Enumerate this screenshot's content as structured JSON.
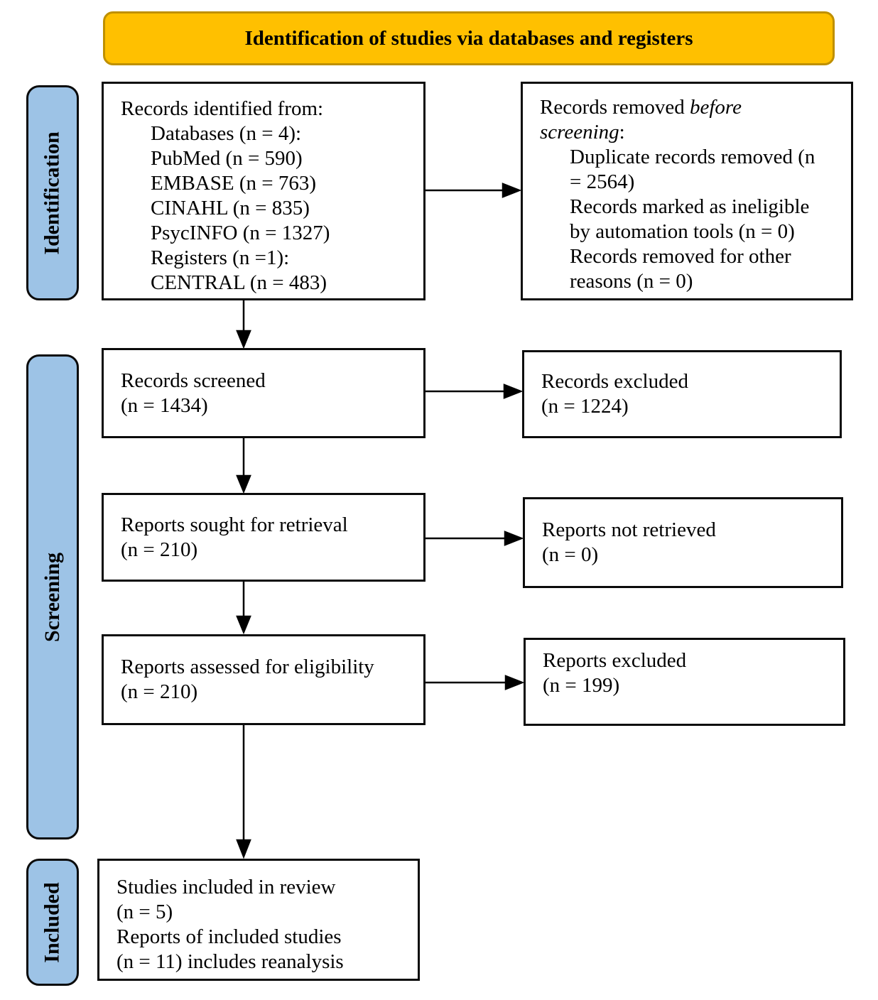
{
  "banner": {
    "label": "Identification of studies via databases and registers"
  },
  "stages": {
    "identification": "Identification",
    "screening": "Screening",
    "included": "Included"
  },
  "boxes": {
    "records_identified": {
      "lines": [
        "Records identified from:",
        "Databases (n = 4):",
        "PubMed (n = 590)",
        "EMBASE (n = 763)",
        "CINAHL (n = 835)",
        "PsycINFO (n = 1327)",
        "Registers (n =1):",
        "CENTRAL (n = 483)"
      ]
    },
    "records_removed": {
      "line1_normal": "Records removed ",
      "line1_italic": "before",
      "line2_italic": "screening",
      "line2_normal": ":",
      "items": [
        "Duplicate records removed (n",
        "= 2564)",
        "Records marked as ineligible",
        "by automation tools (n = 0)",
        "Records removed for other",
        "reasons (n = 0)"
      ]
    },
    "records_screened": {
      "line1": "Records screened",
      "line2": "(n = 1434)"
    },
    "records_excluded": {
      "line1": "Records excluded",
      "line2": "(n = 1224)"
    },
    "reports_sought": {
      "line1": "Reports sought for retrieval",
      "line2": "(n = 210)"
    },
    "reports_not_retrieved": {
      "line1": "Reports not retrieved",
      "line2": "(n = 0)"
    },
    "reports_assessed": {
      "line1": "Reports assessed for eligibility",
      "line2": "(n = 210)"
    },
    "reports_excluded": {
      "line1": "Reports excluded",
      "line2": "(n = 199)"
    },
    "studies_included": {
      "lines": [
        "Studies included in review",
        "(n = 5)",
        "Reports of included studies",
        "(n = 11) includes reanalysis"
      ]
    }
  },
  "colors": {
    "banner_fill": "#FFC000",
    "banner_border": "#BF9000",
    "stage_fill": "#9DC3E6",
    "box_border": "#0B0B0B",
    "arrow": "#000000"
  }
}
